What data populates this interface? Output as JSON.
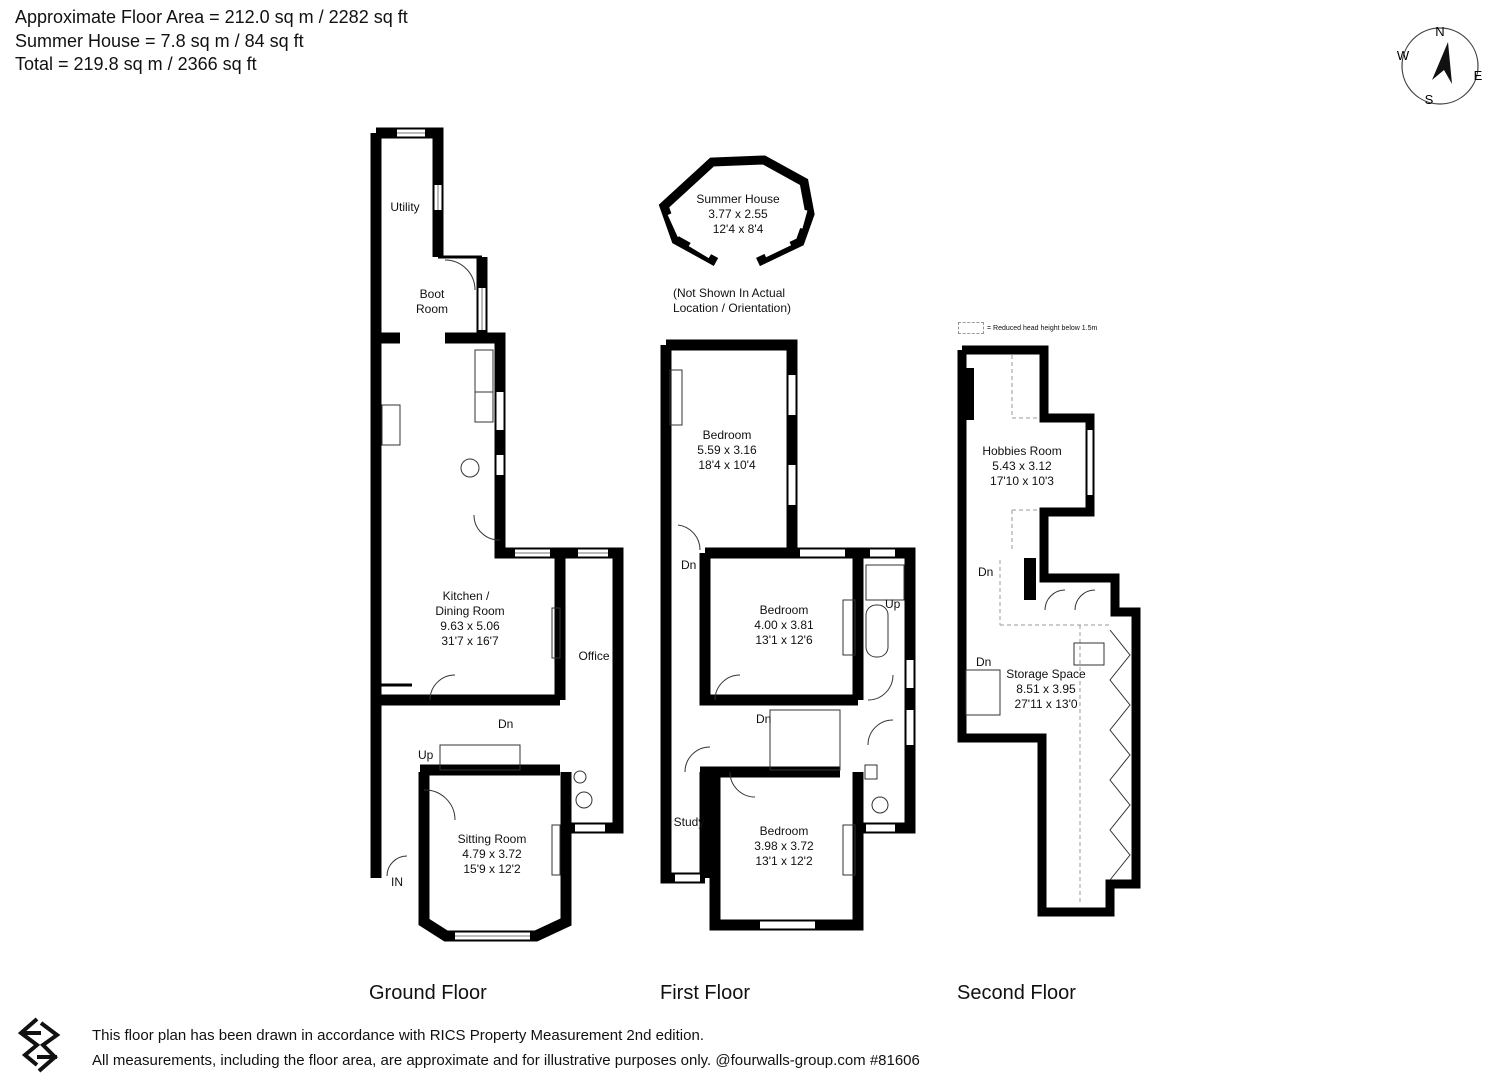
{
  "header": {
    "line1": "Approximate Floor Area = 212.0 sq m / 2282 sq ft",
    "line2": "Summer House = 7.8 sq m / 84 sq ft",
    "line3": "Total = 219.8 sq m / 2366 sq ft"
  },
  "compass": {
    "n": "N",
    "e": "E",
    "s": "S",
    "w": "W"
  },
  "legend": {
    "text": "= Reduced head height below 1.5m"
  },
  "floors": {
    "ground": "Ground Floor",
    "first": "First Floor",
    "second": "Second Floor"
  },
  "rooms": {
    "utility": "Utility",
    "boot1": "Boot",
    "boot2": "Room",
    "kitchen1": "Kitchen /",
    "kitchen2": "Dining Room",
    "kitchen3": "9.63 x 5.06",
    "kitchen4": "31'7 x 16'7",
    "office": "Office",
    "sitting1": "Sitting Room",
    "sitting2": "4.79 x 3.72",
    "sitting3": "15'9 x 12'2",
    "summer1": "Summer House",
    "summer2": "3.77 x 2.55",
    "summer3": "12'4 x 8'4",
    "summer_note1": "(Not Shown In Actual",
    "summer_note2": "Location / Orientation)",
    "bed1a": "Bedroom",
    "bed1b": "5.59 x 3.16",
    "bed1c": "18'4 x 10'4",
    "bed2a": "Bedroom",
    "bed2b": "4.00 x 3.81",
    "bed2c": "13'1 x 12'6",
    "bed3a": "Bedroom",
    "bed3b": "3.98 x 3.72",
    "bed3c": "13'1 x 12'2",
    "study": "Study",
    "hobbies1": "Hobbies Room",
    "hobbies2": "5.43 x 3.12",
    "hobbies3": "17'10 x 10'3",
    "storage1": "Storage Space",
    "storage2": "8.51 x 3.95",
    "storage3": "27'11 x 13'0"
  },
  "markers": {
    "in": "IN",
    "up": "Up",
    "dn": "Dn"
  },
  "footer": {
    "line1": "This floor plan has been drawn in accordance with RICS Property Measurement 2nd edition.",
    "line2": "All measurements, including the floor area, are approximate and for illustrative purposes only. @fourwalls-group.com #81606"
  }
}
